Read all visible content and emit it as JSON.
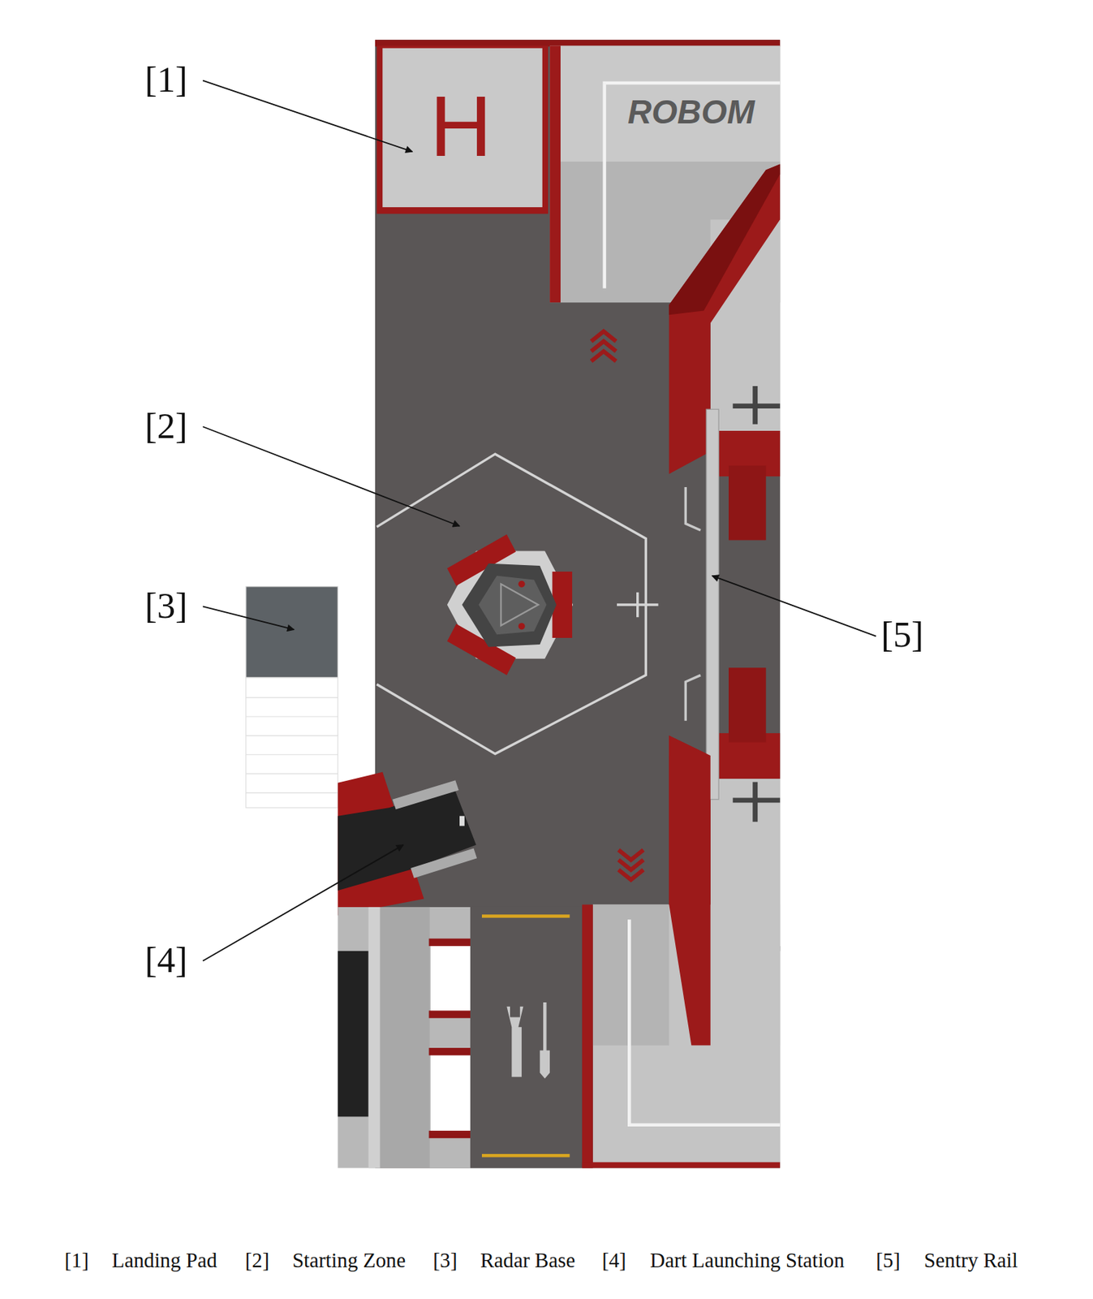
{
  "diagram": {
    "labels": [
      "[1]",
      "ROBOM",
      "H",
      "[2]",
      "[3]",
      "[5]",
      "[4]",
      "[1]",
      "Landing Pad",
      "[2]",
      "Starting Zone",
      "[3]",
      "Radar Base",
      "[4]",
      "Dart Launching Station",
      "[5]",
      "Sentry Rail"
    ]
  }
}
